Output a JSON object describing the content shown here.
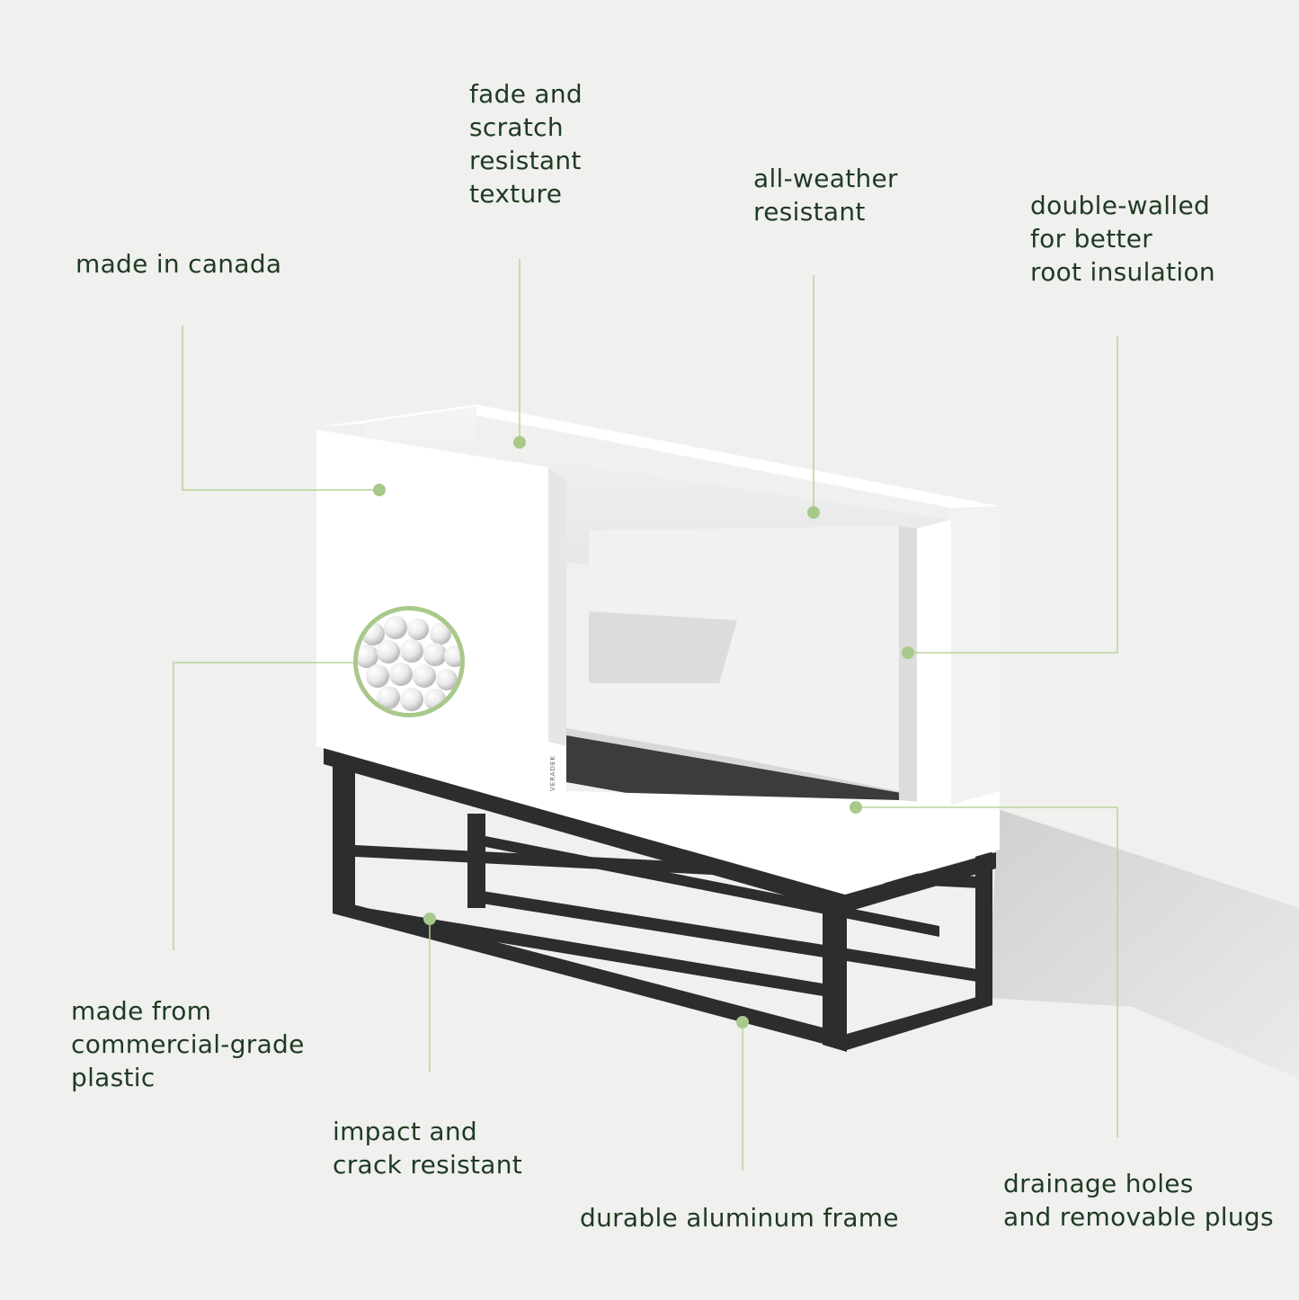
{
  "colors": {
    "background": "#f0f0ef",
    "text": "#1f3a22",
    "callout_line": "#b9d39a",
    "callout_dot": "#a8c98a",
    "planter": "#ffffff",
    "frame": "#2b2d2e"
  },
  "product": {
    "brand_mark": "VERADEK",
    "components": [
      "planter-body",
      "aluminum-frame",
      "insulation-pellets-inset"
    ]
  },
  "callouts": [
    {
      "id": "made-in-canada",
      "lines": [
        "made in canada"
      ]
    },
    {
      "id": "fade-scratch",
      "lines": [
        "fade and",
        "scratch",
        "resistant",
        "texture"
      ]
    },
    {
      "id": "all-weather",
      "lines": [
        "all-weather",
        "resistant"
      ]
    },
    {
      "id": "double-walled",
      "lines": [
        "double-walled",
        "for better",
        "root insulation"
      ]
    },
    {
      "id": "commercial-plastic",
      "lines": [
        "made from",
        "commercial-grade",
        "plastic"
      ]
    },
    {
      "id": "impact-crack",
      "lines": [
        "impact and",
        "crack resistant"
      ]
    },
    {
      "id": "aluminum-frame",
      "lines": [
        "durable aluminum frame"
      ]
    },
    {
      "id": "drainage",
      "lines": [
        "drainage holes",
        "and removable plugs"
      ]
    }
  ]
}
